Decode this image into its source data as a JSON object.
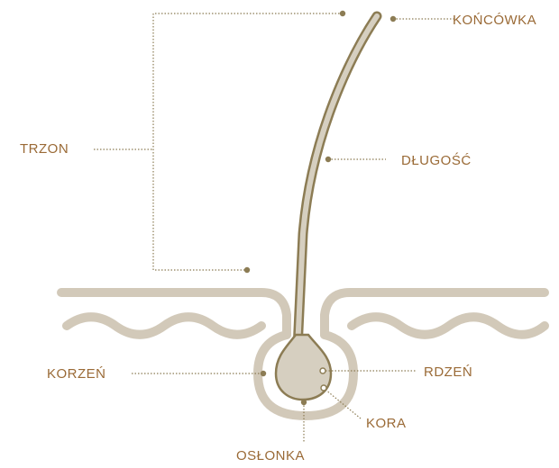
{
  "colors": {
    "skin": "#d2c9b9",
    "hair_fill": "#d6cfc0",
    "hair_outline": "#8c7c54",
    "leader": "#8c7c54",
    "label_text": "#9a6a36"
  },
  "labels": {
    "tip": "KOŃCÓWKA",
    "shaft": "TRZON",
    "length": "DŁUGOŚĆ",
    "root": "KORZEŃ",
    "medulla": "RDZEŃ",
    "cortex": "KORA",
    "cuticle": "OSŁONKA"
  }
}
